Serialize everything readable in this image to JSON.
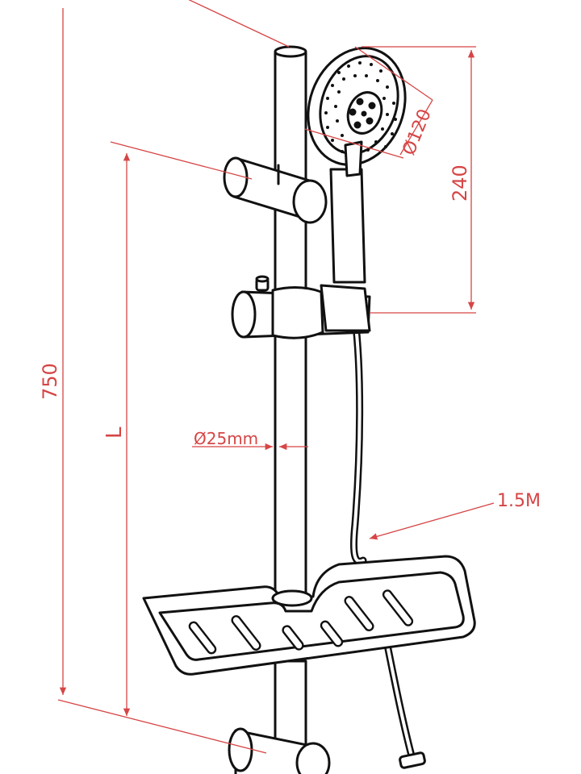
{
  "dimensions": {
    "total_height": "750",
    "slide_length": "L",
    "rail_diameter": "Ø25mm",
    "head_diameter": "Ø120",
    "head_to_holder": "240",
    "hose_length": "1.5M"
  },
  "colors": {
    "dimension": "#d64545",
    "ink": "#111111",
    "background": "#ffffff"
  }
}
